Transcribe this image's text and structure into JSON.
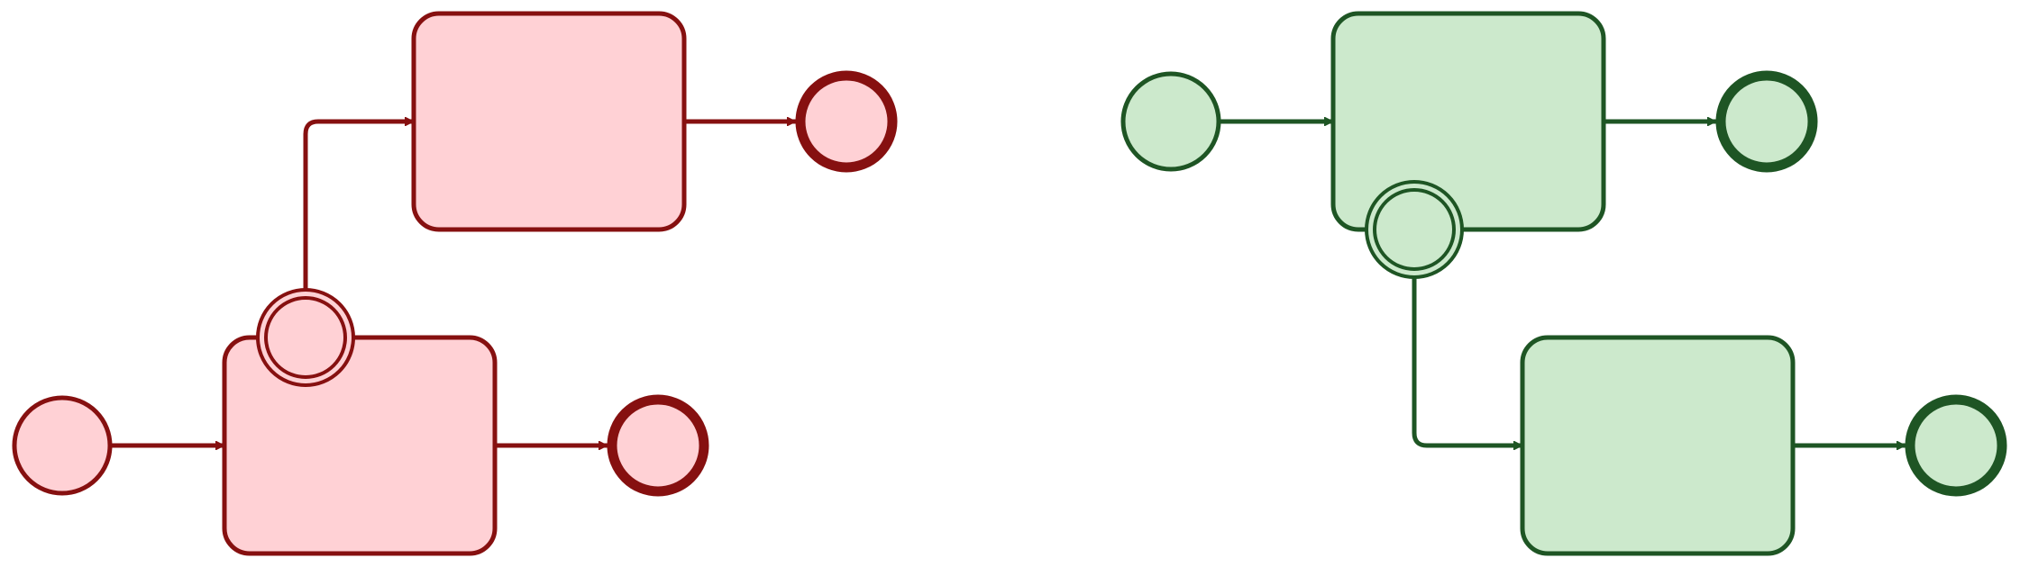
{
  "colors": {
    "background": "#ffffff",
    "red_stroke": "#861010",
    "red_fill": "#ffd1d5",
    "green_stroke": "#1e5524",
    "green_fill": "#cce9cc"
  },
  "diagrams": [
    {
      "theme": "red",
      "shapes": [
        {
          "id": "start-event",
          "kind": "start-event",
          "label": ""
        },
        {
          "id": "task-main",
          "kind": "task",
          "label": ""
        },
        {
          "id": "boundary-event",
          "kind": "boundary-event",
          "label": ""
        },
        {
          "id": "end-event-main",
          "kind": "end-event",
          "label": ""
        },
        {
          "id": "task-exception",
          "kind": "task",
          "label": ""
        },
        {
          "id": "end-event-exception",
          "kind": "end-event",
          "label": ""
        }
      ],
      "flows": [
        {
          "from": "start-event",
          "to": "task-main"
        },
        {
          "from": "task-main",
          "to": "end-event-main"
        },
        {
          "from": "boundary-event",
          "to": "task-exception"
        },
        {
          "from": "task-exception",
          "to": "end-event-exception"
        }
      ]
    },
    {
      "theme": "green",
      "shapes": [
        {
          "id": "start-event",
          "kind": "start-event",
          "label": ""
        },
        {
          "id": "task-main",
          "kind": "task",
          "label": ""
        },
        {
          "id": "boundary-event",
          "kind": "boundary-event",
          "label": ""
        },
        {
          "id": "end-event-main",
          "kind": "end-event",
          "label": ""
        },
        {
          "id": "task-exception",
          "kind": "task",
          "label": ""
        },
        {
          "id": "end-event-exception",
          "kind": "end-event",
          "label": ""
        }
      ],
      "flows": [
        {
          "from": "start-event",
          "to": "task-main"
        },
        {
          "from": "task-main",
          "to": "end-event-main"
        },
        {
          "from": "boundary-event",
          "to": "task-exception"
        },
        {
          "from": "task-exception",
          "to": "end-event-exception"
        }
      ]
    }
  ]
}
